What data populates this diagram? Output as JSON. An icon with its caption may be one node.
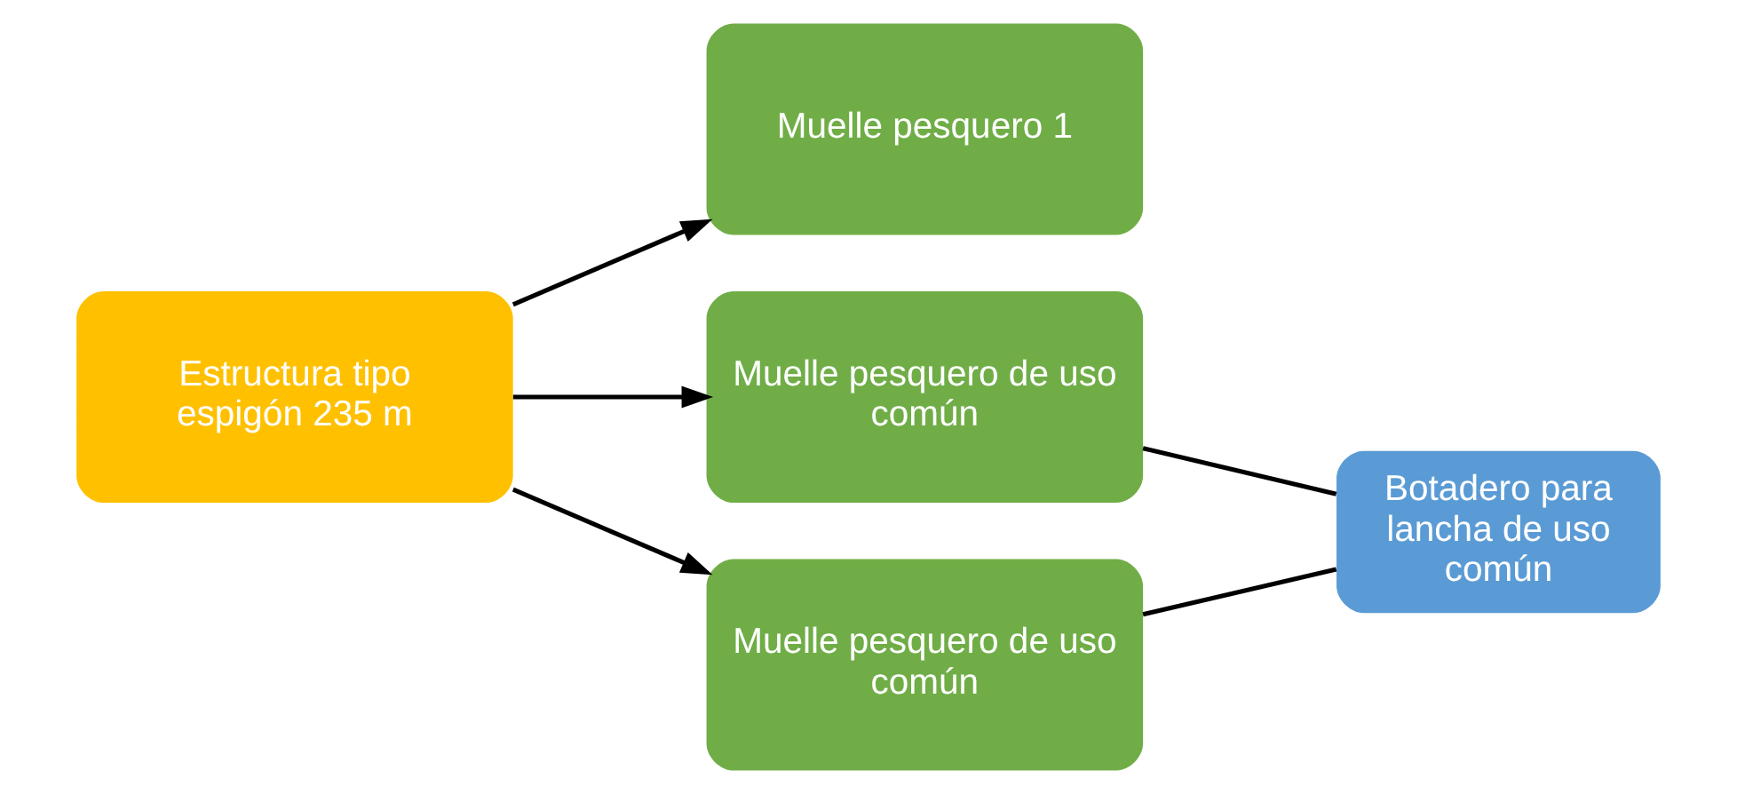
{
  "diagram": {
    "nodes": [
      {
        "text": [
          "Estructura tipo espigón 235 m"
        ]
      },
      {
        "text": [
          "Muelle pesquero 1"
        ]
      },
      {
        "text": [
          "Muelle pesquero de uso común"
        ]
      },
      {
        "text": [
          "Muelle pesquero de uso común"
        ]
      },
      {
        "text": [
          "Botadero para lancha de uso común"
        ]
      }
    ],
    "edges": [
      {
        "from": 0,
        "to": 1,
        "arrow": "to"
      },
      {
        "from": 0,
        "to": 2,
        "arrow": "to"
      },
      {
        "from": 0,
        "to": 3,
        "arrow": "to"
      },
      {
        "from": 2,
        "to": 4,
        "arrow": "none"
      },
      {
        "from": 3,
        "to": 4,
        "arrow": "none"
      }
    ]
  }
}
